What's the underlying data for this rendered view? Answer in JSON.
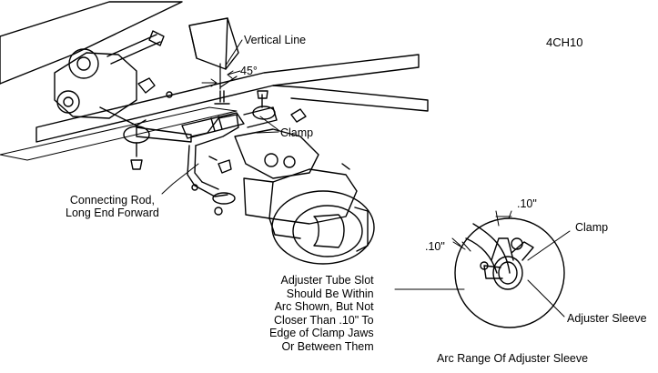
{
  "figure_id": "4CH10",
  "labels": {
    "vertical_line": "Vertical Line",
    "angle": "45°",
    "clamp_main": "Clamp",
    "connecting_rod": "Connecting Rod,\nLong End Forward",
    "clearance_top": ".10\"",
    "clearance_left": ".10\"",
    "clamp_detail": "Clamp",
    "adjuster_sleeve": "Adjuster Sleeve",
    "slot_note": "Adjuster Tube Slot\nShould Be Within\nArc Shown, But Not\nCloser Than .10\" To\nEdge of Clamp Jaws\nOr Between Them",
    "detail_caption": "Arc Range Of Adjuster Sleeve"
  },
  "colors": {
    "ink": "#000000",
    "paper": "#ffffff"
  }
}
